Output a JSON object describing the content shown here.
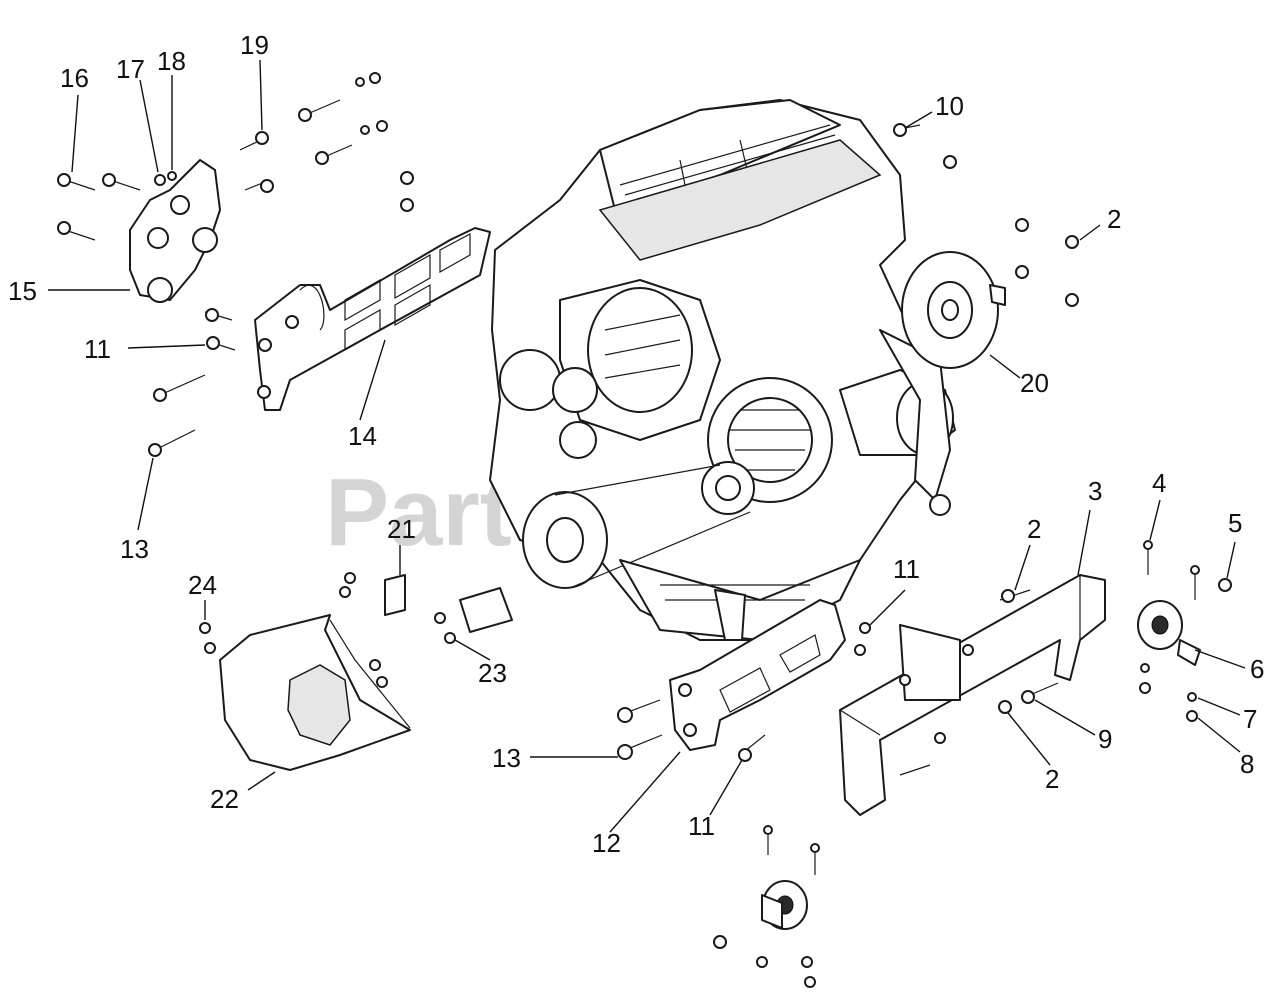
{
  "diagram": {
    "watermark": "PartsTree",
    "callouts": [
      {
        "id": "c1",
        "label": "16"
      },
      {
        "id": "c2",
        "label": "17"
      },
      {
        "id": "c3",
        "label": "18"
      },
      {
        "id": "c4",
        "label": "19"
      },
      {
        "id": "c5",
        "label": "15"
      },
      {
        "id": "c6",
        "label": "11"
      },
      {
        "id": "c7",
        "label": "14"
      },
      {
        "id": "c8",
        "label": "13"
      },
      {
        "id": "c9",
        "label": "10"
      },
      {
        "id": "c10",
        "label": "2"
      },
      {
        "id": "c11",
        "label": "20"
      },
      {
        "id": "c12",
        "label": "21"
      },
      {
        "id": "c13",
        "label": "24"
      },
      {
        "id": "c14",
        "label": "23"
      },
      {
        "id": "c15",
        "label": "22"
      },
      {
        "id": "c16",
        "label": "11"
      },
      {
        "id": "c17",
        "label": "2"
      },
      {
        "id": "c18",
        "label": "3"
      },
      {
        "id": "c19",
        "label": "4"
      },
      {
        "id": "c20",
        "label": "5"
      },
      {
        "id": "c21",
        "label": "6"
      },
      {
        "id": "c22",
        "label": "7"
      },
      {
        "id": "c23",
        "label": "8"
      },
      {
        "id": "c24",
        "label": "9"
      },
      {
        "id": "c25",
        "label": "2"
      },
      {
        "id": "c26",
        "label": "13"
      },
      {
        "id": "c27",
        "label": "12"
      },
      {
        "id": "c28",
        "label": "11"
      }
    ]
  }
}
